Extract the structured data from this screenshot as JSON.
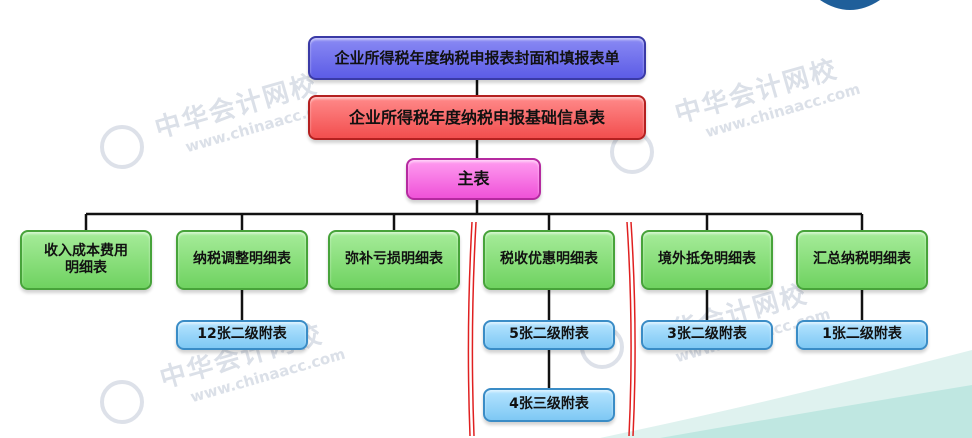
{
  "title_box": "企业所得税年度纳税申报表封面和填报表单",
  "basic_info_box": "企业所得税年度纳税申报基础信息表",
  "main_table_box": "主表",
  "detail_tables": [
    {
      "label": "收入成本费用\n明细表"
    },
    {
      "label": "纳税调整明细表",
      "sub": [
        "12张二级附表"
      ]
    },
    {
      "label": "弥补亏损明细表"
    },
    {
      "label": "税收优惠明细表",
      "sub": [
        "5张二级附表",
        "4张三级附表"
      ]
    },
    {
      "label": "境外抵免明细表",
      "sub": [
        "3张二级附表"
      ]
    },
    {
      "label": "汇总纳税明细表",
      "sub": [
        "1张二级附表"
      ]
    }
  ],
  "watermark": {
    "cn": "中华会计网校",
    "en": "www.chinaacc.com"
  },
  "colors": {
    "title": "#6b6bef",
    "basic_info": "#f46363",
    "main": "#f577e4",
    "detail": "#86dd78",
    "sub": "#98d5fa",
    "highlight": "#e02020",
    "connector": "#111111"
  }
}
